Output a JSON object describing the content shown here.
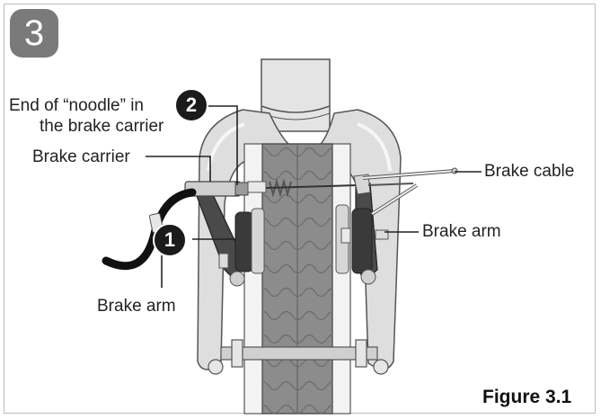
{
  "step_number": "3",
  "labels": {
    "noodle_end_line1": "End of “noodle” in",
    "noodle_end_line2": "the brake carrier",
    "brake_carrier": "Brake carrier",
    "brake_cable": "Brake cable",
    "brake_arm_right": "Brake arm",
    "brake_arm_left": "Brake arm"
  },
  "callouts": [
    "1",
    "2"
  ],
  "figure_caption": "Figure 3.1",
  "colors": {
    "step_badge": "#7a7a7a",
    "callout": "#1b1b1b",
    "fork": "#d9d9d9",
    "tire": "#8c8c8c",
    "cable": "#111111"
  }
}
